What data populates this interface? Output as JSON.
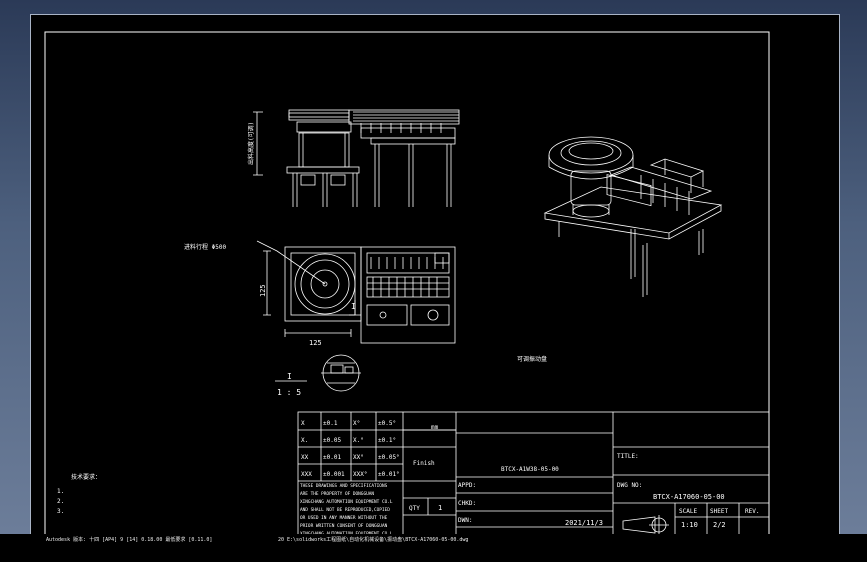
{
  "tolerances": {
    "rows": [
      {
        "lin": "X",
        "lin_tol": "±0.1",
        "ang": "X°",
        "ang_tol": "±0.5°"
      },
      {
        "lin": "X.",
        "lin_tol": "±0.05",
        "ang": "X.°",
        "ang_tol": "±0.1°"
      },
      {
        "lin": "XX",
        "lin_tol": "±0.01",
        "ang": "XX°",
        "ang_tol": "±0.05°"
      },
      {
        "lin": "XXX",
        "lin_tol": "±0.001",
        "ang": "XXX°",
        "ang_tol": "±0.01°"
      }
    ],
    "unit": "mm",
    "copyright_lines": [
      "THESE DRAWINGS AND SPECIFICATIONS",
      "ARE THE PROPERTY OF DONGGUAN",
      "XINGCHANG AUTOMATION EQUIPMENT CO.L",
      "AND SHALL NOT BE REPRODUCED,COPIED",
      "OR USED IN ANY MANNER WITHOUT THE",
      "PRIOR WRITTEN CONSENT OF DONGGUAN",
      "XINGCHANG AUTOMATION EQUIPMENT CO.L"
    ],
    "qty_label": "QTY",
    "qty_value": "1",
    "finish_label": "Finish"
  },
  "title_block": {
    "appd_label": "APPD:",
    "chkd_label": "CHKD:",
    "dwn_label": "DWN:",
    "drawing_code": "BTCX-A1W38-05-00",
    "date": "2021/11/3",
    "title_label": "TITLE:",
    "dwg_label": "DWG NO:",
    "dwg_no": "BTCX-A17060-05-00",
    "scale_label": "SCALE",
    "scale_value": "1:10",
    "sheet_label": "SHEET",
    "sheet_value": "2/2",
    "rev_label": "REV."
  },
  "views": {
    "dim_125_h": "125",
    "dim_125_v": "125",
    "section_mark": "I",
    "detail_label": "I",
    "detail_scale": "1 : 5"
  },
  "notes": {
    "items": [
      "1.",
      "2.",
      "3."
    ]
  },
  "statusbar": {
    "left": "Autodesk 版本: 十四 [AP4] 9 [14] 0.18.00 最低要求 [0.11.0]",
    "path": "20 E:\\solidworks工程图纸\\自动化机械设备\\振动盘\\BTCX-A17060-05-00.dwg"
  },
  "colors": {
    "background": "#000000",
    "line": "#ffffff",
    "frame_gradient_top": "#2b3a57",
    "frame_gradient_bottom": "#6f809c"
  }
}
